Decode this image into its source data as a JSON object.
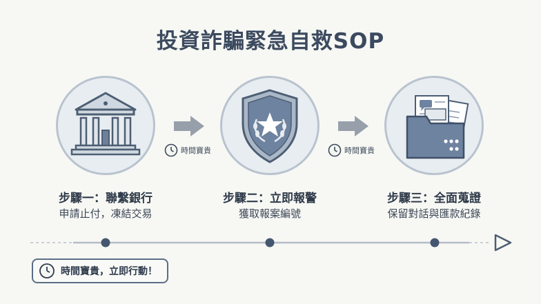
{
  "title": "投資詐騙緊急自救SOP",
  "time_note": "時間寶貴",
  "steps": [
    {
      "icon": "bank-icon",
      "title": "步驟一：聯繫銀行",
      "desc": "申請止付，凍結交易"
    },
    {
      "icon": "police-shield-icon",
      "title": "步驟二：立即報警",
      "desc": "獲取報案編號"
    },
    {
      "icon": "evidence-folder-icon",
      "title": "步驟三：全面蒐證",
      "desc": "保留對話與匯款紀錄"
    }
  ],
  "callout": "時間寶貴，立即行動！",
  "colors": {
    "primary": "#3c4a5f",
    "accent": "#5b7291",
    "circle_fill": "#e8edf1",
    "arrow": "#97a0aa"
  }
}
